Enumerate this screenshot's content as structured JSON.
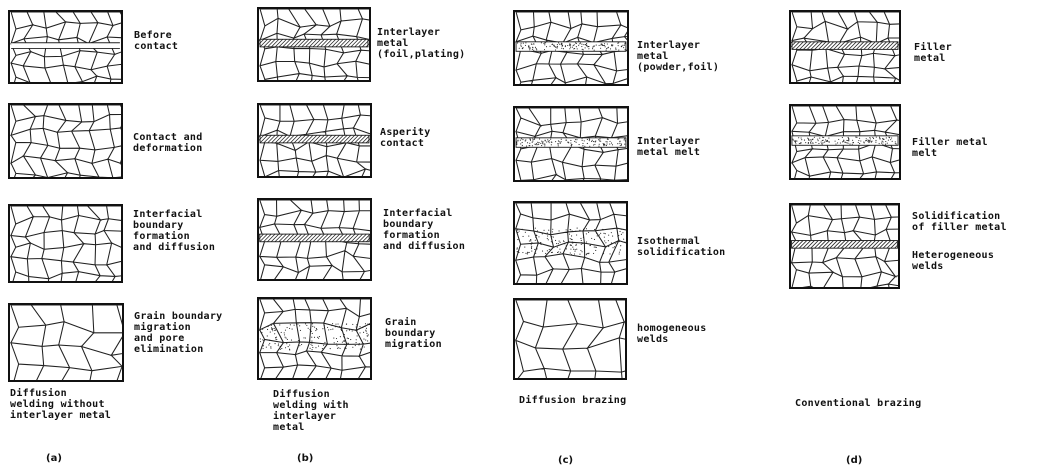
{
  "columns": [
    {
      "id": "(a)",
      "caption": "Diffusion\nwelding without\ninterlayer metal",
      "stages": [
        {
          "label": "Before\ncontact",
          "structure": "gap"
        },
        {
          "label": "Contact and\ndeformation",
          "structure": "plain"
        },
        {
          "label": "Interfacial\nboundary\nformation\nand diffusion",
          "structure": "plain"
        },
        {
          "label": "Grain boundary\nmigration\nand pore\nelimination",
          "structure": "coarse"
        }
      ]
    },
    {
      "id": "(b)",
      "caption": "Diffusion\nwelding with\ninterlayer\nmetal",
      "stages": [
        {
          "label": "Interlayer\nmetal\n(foil,plating)",
          "structure": "hatch-gap"
        },
        {
          "label": "Asperity\ncontact",
          "structure": "hatch"
        },
        {
          "label": "Interfacial\nboundary\nformation\nand diffusion",
          "structure": "hatch"
        },
        {
          "label": "Grain\nboundary\nmigration",
          "structure": "dotted-grains"
        }
      ]
    },
    {
      "id": "(c)",
      "caption": "Diffusion brazing",
      "stages": [
        {
          "label": "Interlayer\nmetal\n(powder,foil)",
          "structure": "powder"
        },
        {
          "label": "Interlayer\nmetal melt",
          "structure": "dotband"
        },
        {
          "label": "Isothermal\nsolidification",
          "structure": "dotted-zone"
        },
        {
          "label": "homogeneous\nwelds",
          "structure": "coarse"
        }
      ]
    },
    {
      "id": "(d)",
      "caption": "Conventional brazing",
      "stages": [
        {
          "label": "Filler\nmetal",
          "structure": "hatch"
        },
        {
          "label": "Filler metal\nmelt",
          "structure": "dotband"
        },
        {
          "label": "Solidification\nof filler metal",
          "structure": "hatch"
        },
        {
          "label": "Heterogeneous\nwelds",
          "structure": "none"
        }
      ]
    }
  ]
}
